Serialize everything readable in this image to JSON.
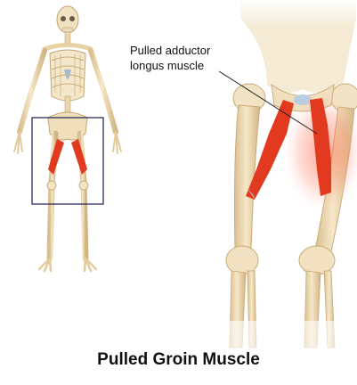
{
  "annotation": {
    "line1": "Pulled adductor",
    "line2": "longus muscle"
  },
  "caption": "Pulled Groin Muscle",
  "colors": {
    "bone": "#efdcb4",
    "bone_shade": "#c9ab7a",
    "muscle": "#e23a1f",
    "inflammation": "#ff6a50",
    "zoom_box": "#2b2b5c",
    "cartilage": "#a9c3d8"
  }
}
